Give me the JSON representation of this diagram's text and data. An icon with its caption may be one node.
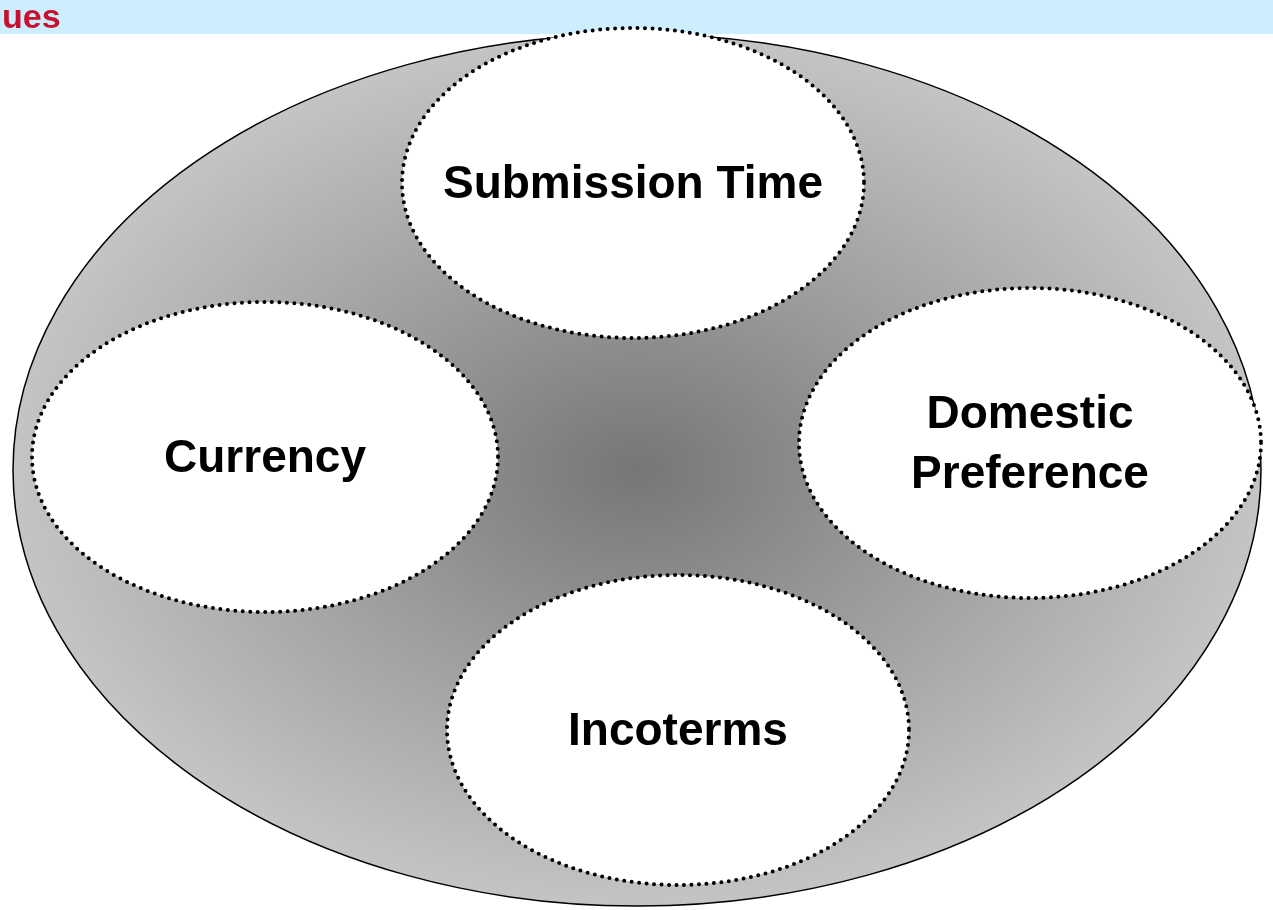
{
  "diagram": {
    "title": "ues",
    "nodes": [
      {
        "text": [],
        "shape": "ellipse"
      },
      {
        "text": [
          "Submission Time"
        ],
        "in": 0
      },
      {
        "text": [
          "Currency"
        ],
        "in": 0
      },
      {
        "text": [
          "Domestic Preference"
        ],
        "in": 0
      },
      {
        "text": [
          "Incoterms"
        ],
        "in": 0
      }
    ]
  }
}
